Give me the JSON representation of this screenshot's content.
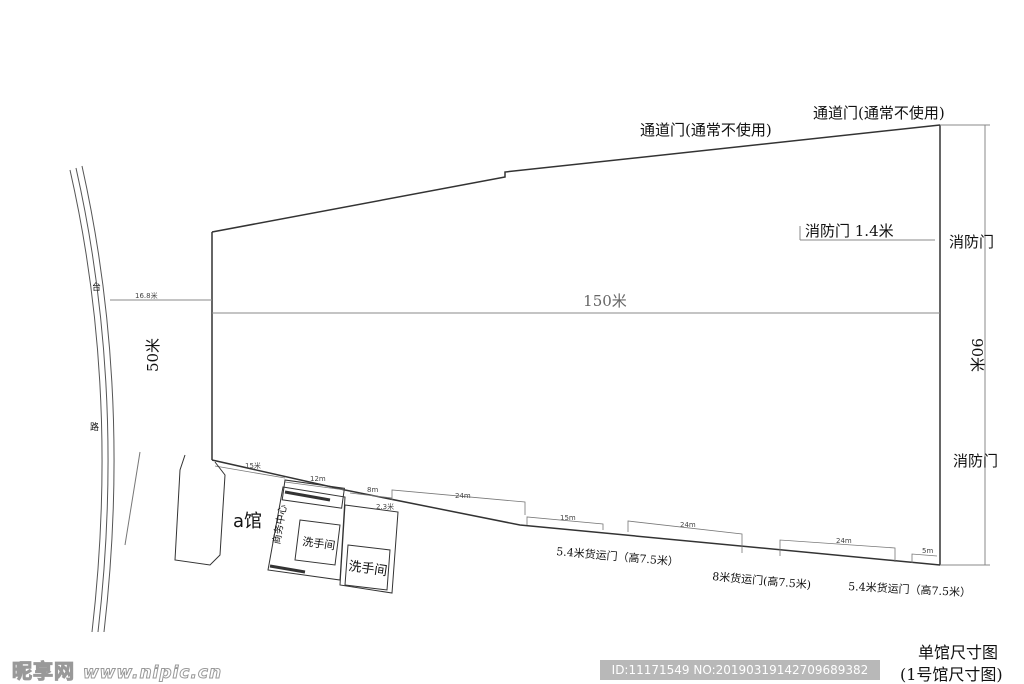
{
  "plan": {
    "width_label": "150米",
    "height_right_label": "90米",
    "height_left_label": "50米",
    "top_door_1": "通道门(通常不使用)",
    "top_door_2": "通道门(通常不使用)",
    "fire_door_width": "消防门 1.4米",
    "fire_door_1": "消防门",
    "fire_door_2": "消防门",
    "hall_a": "a馆",
    "business_center": "商务中心",
    "restroom_1": "洗手间",
    "restroom_2": "洗手间",
    "cargo_door_1": "5.4米货运门（高7.5米）",
    "cargo_door_2": "8米货运门(高7.5米)",
    "cargo_door_3": "5.4米货运门（高7.5米）",
    "road_char_1": "台",
    "road_char_2": "路",
    "dims": {
      "d168": "16.8米",
      "d15a": "15米",
      "d12": "12m",
      "d8": "8m",
      "d24a": "24m",
      "d15": "15m",
      "d24b": "24m",
      "d24c": "24m",
      "d5": "5m",
      "d23": "2.3米"
    }
  },
  "title": {
    "main": "单馆尺寸图",
    "sub": "(1号馆尺寸图)"
  },
  "watermark": {
    "site_cn": "昵享网",
    "site_url": "www.nipic.cn",
    "id": "ID:11171549 NO:20190319142709689382"
  }
}
